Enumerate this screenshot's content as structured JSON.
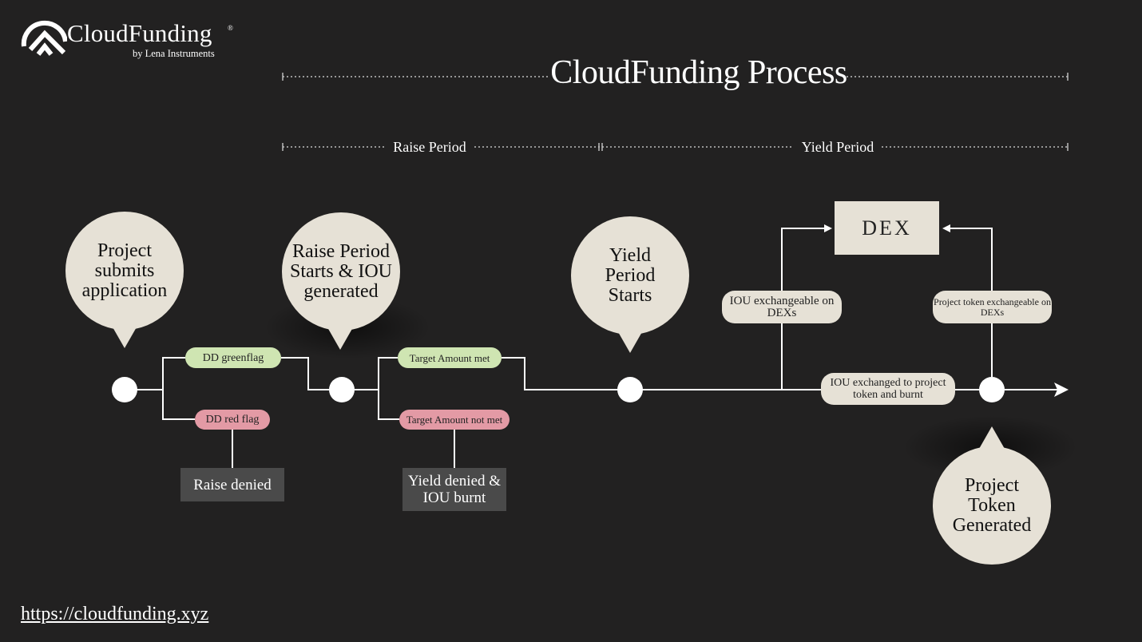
{
  "logo": {
    "name": "CloudFunding",
    "registered": "®",
    "subtitle": "by Lena Instruments"
  },
  "title": "CloudFunding Process",
  "periods": {
    "raise": "Raise Period",
    "yield": "Yield Period"
  },
  "bubbles": {
    "submit": "Project submits application",
    "raise_start": "Raise Period Starts & IOU generated",
    "yield_start": "Yield Period Starts",
    "token_generated": "Project Token Generated"
  },
  "branches": {
    "dd_green": "DD  greenflag",
    "dd_red": "DD  red flag",
    "target_met": "Target Amount met",
    "target_not_met": "Target Amount not met",
    "iou_exchangeable": "IOU exchangeable on DEXs",
    "token_exchangeable": "Project token exchangeable on DEXs",
    "iou_exchanged": "IOU exchanged to project token and burnt"
  },
  "outcomes": {
    "raise_denied": "Raise denied",
    "yield_denied": "Yield denied & IOU burnt"
  },
  "dex": "DEX",
  "url": "https://cloudfunding.xyz",
  "colors": {
    "background": "#222121",
    "bubble": "#e6e1d6",
    "green_flag": "#cfe5b2",
    "red_flag": "#e39aa5",
    "outcome_box": "#4a4a4a"
  }
}
